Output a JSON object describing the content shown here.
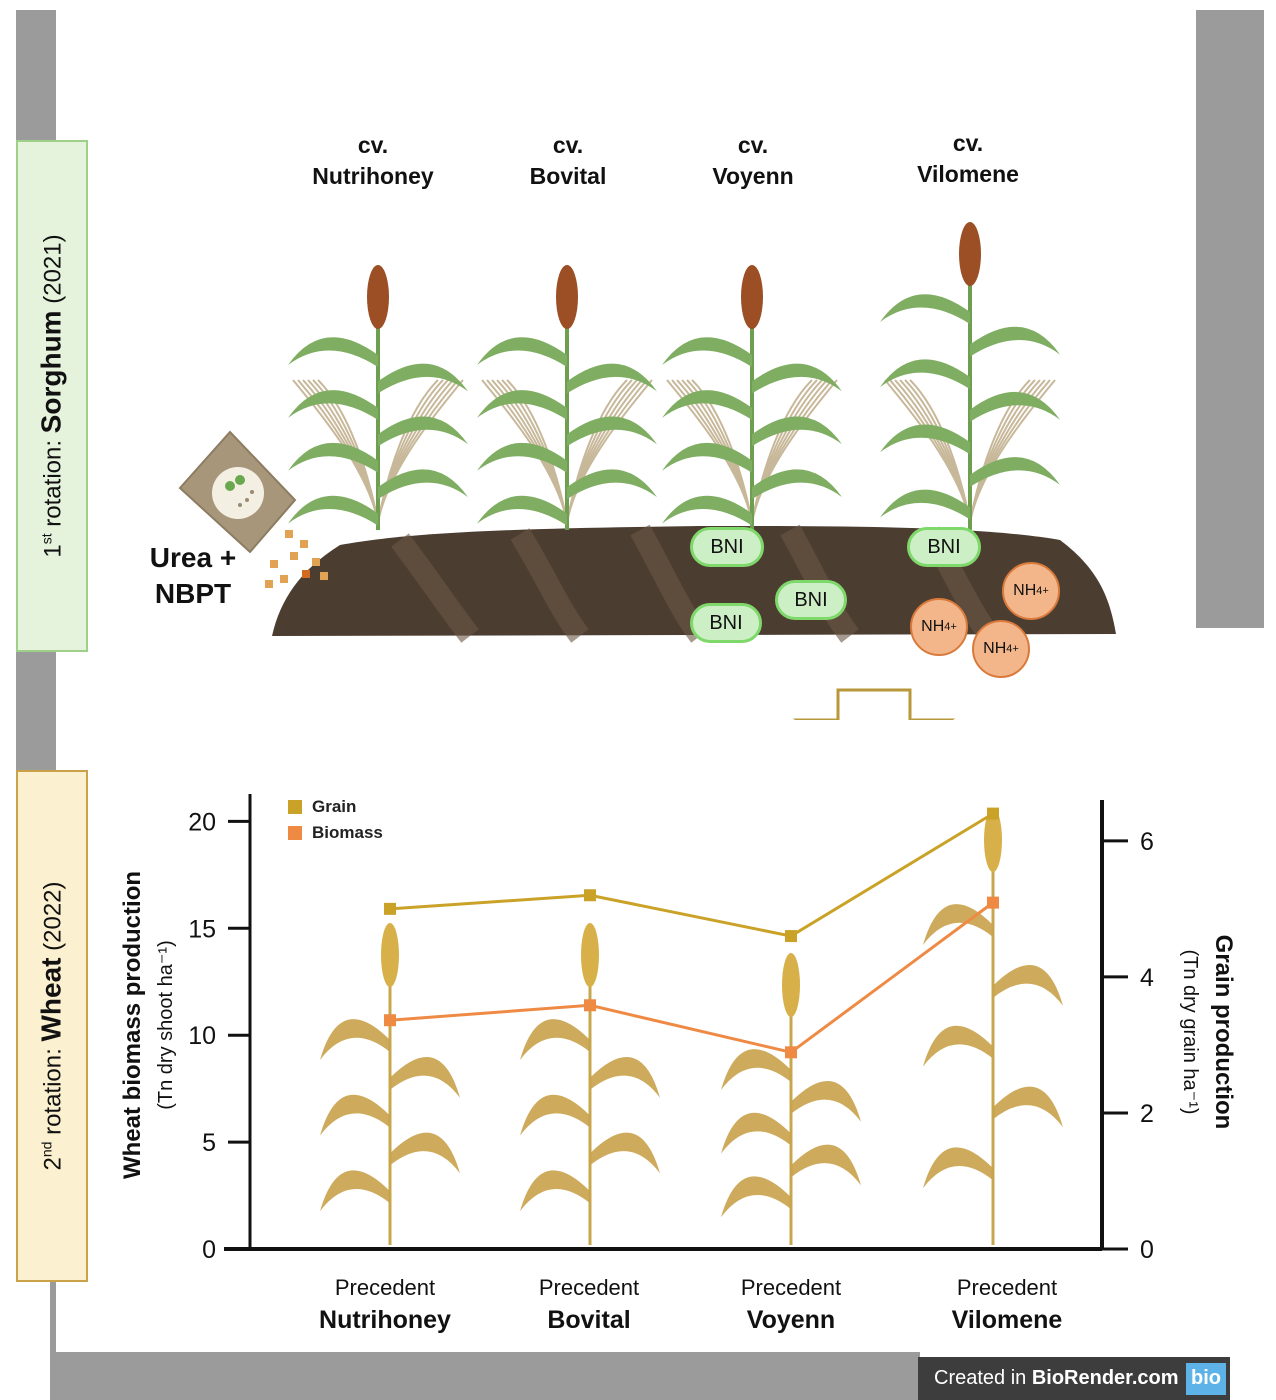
{
  "rotations": {
    "first": {
      "prefix": "1",
      "sup": "st",
      "middle": " rotation: ",
      "crop": "Sorghum",
      "year": " (2021)",
      "bg": "#e6f3dc",
      "border": "#9fd08a"
    },
    "second": {
      "prefix": "2",
      "sup": "nd",
      "middle": " rotation: ",
      "crop": "Wheat",
      "year": " (2022)",
      "bg": "#fbf0cf",
      "border": "#c9a24a"
    }
  },
  "cultivars": [
    {
      "prefix": "cv.",
      "name": "Nutrihoney"
    },
    {
      "prefix": "cv.",
      "name": "Bovital"
    },
    {
      "prefix": "cv.",
      "name": "Voyenn"
    },
    {
      "prefix": "cv.",
      "name": "Vilomene"
    }
  ],
  "fertilizer": {
    "line1": "Urea +",
    "line2": "NBPT"
  },
  "bni_label": "BNI",
  "nh4": {
    "base": "NH",
    "sub": "4",
    "sup": "+"
  },
  "chart_data": {
    "type": "line",
    "categories": [
      "Nutrihoney",
      "Bovital",
      "Voyenn",
      "Vilomene"
    ],
    "category_prefix": "Precedent",
    "series": [
      {
        "name": "Grain",
        "axis": "right",
        "color": "#c9a227",
        "marker": "square",
        "values": [
          5.0,
          5.2,
          4.6,
          6.4
        ]
      },
      {
        "name": "Biomass",
        "axis": "left",
        "color": "#ef8a45",
        "marker": "square",
        "values": [
          10.7,
          11.4,
          9.2,
          16.2
        ]
      }
    ],
    "y_left": {
      "label": "Wheat biomass production",
      "unit": "(Tn dry shoot ha⁻¹)",
      "ticks": [
        0,
        5,
        10,
        15,
        20
      ],
      "lim": [
        0,
        21
      ]
    },
    "y_right": {
      "label": "Grain production",
      "unit": "(Tn dry grain ha⁻¹)",
      "ticks": [
        0,
        2,
        4,
        6
      ],
      "lim": [
        0,
        6.6
      ]
    },
    "legend": "top-left",
    "grid": false
  },
  "footer": {
    "text_pre": "Created in ",
    "text_bold": "BioRender.com",
    "logo": "bio"
  }
}
